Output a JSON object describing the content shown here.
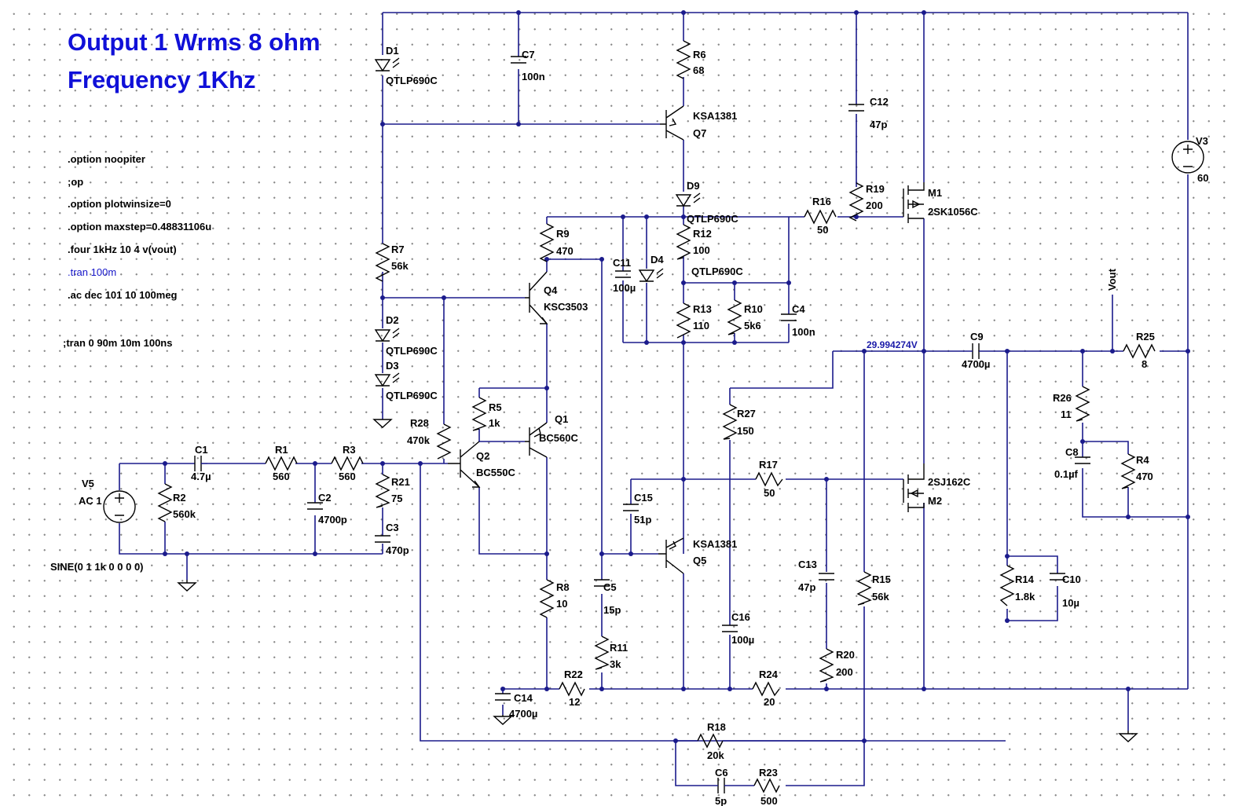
{
  "title": {
    "line1": "Output 1 Wrms 8 ohm",
    "line2": "Frequency 1Khz"
  },
  "directives": [
    ".option noopiter",
    ";op",
    ".option plotwinsize=0",
    ".option maxstep=0.48831106u",
    ".four 1kHz 10 4 v(vout)",
    ".tran 100m",
    ".ac dec 101 10 100meg",
    ";tran 0 90m 10m 100ns"
  ],
  "source_v5": {
    "name": "V5",
    "ac": "AC 1",
    "sine": "SINE(0 1 1k 0 0 0 0)"
  },
  "source_v3": {
    "name": "V3",
    "value": "60"
  },
  "net_vout": "Vout",
  "node_voltage": "29.994274V",
  "resistors": {
    "R1": "560",
    "R2": "560k",
    "R3": "560",
    "R4": "470",
    "R5": "1k",
    "R6": "68",
    "R7": "56k",
    "R8": "10",
    "R9": "470",
    "R10": "5k6",
    "R11": "3k",
    "R12": "100",
    "R13": "110",
    "R14": "1.8k",
    "R15": "56k",
    "R16": "50",
    "R17": "50",
    "R18": "20k",
    "R19": "200",
    "R20": "200",
    "R21": "75",
    "R22": "12",
    "R23": "500",
    "R24": "20",
    "R25": "8",
    "R26": "11",
    "R27": "150",
    "R28": "470k"
  },
  "capacitors": {
    "C1": "4.7µ",
    "C2": "4700p",
    "C3": "470p",
    "C4": "100n",
    "C5": "15p",
    "C6": "5p",
    "C7": "100n",
    "C8": "0.1µf",
    "C9": "4700µ",
    "C10": "10µ",
    "C11": "100µ",
    "C12": "47p",
    "C13": "47p",
    "C14": "4700µ",
    "C15": "51p",
    "C16": "100µ"
  },
  "diodes": {
    "D1": "QTLP690C",
    "D2": "QTLP690C",
    "D3": "QTLP690C",
    "D4": "QTLP690C",
    "D9": "QTLP690C"
  },
  "transistors": {
    "Q1": "BC560C",
    "Q2": "BC550C",
    "Q4": "KSC3503",
    "Q5": "KSA1381",
    "Q7": "KSA1381",
    "M1": "2SK1056C",
    "M2": "2SJ162C"
  }
}
